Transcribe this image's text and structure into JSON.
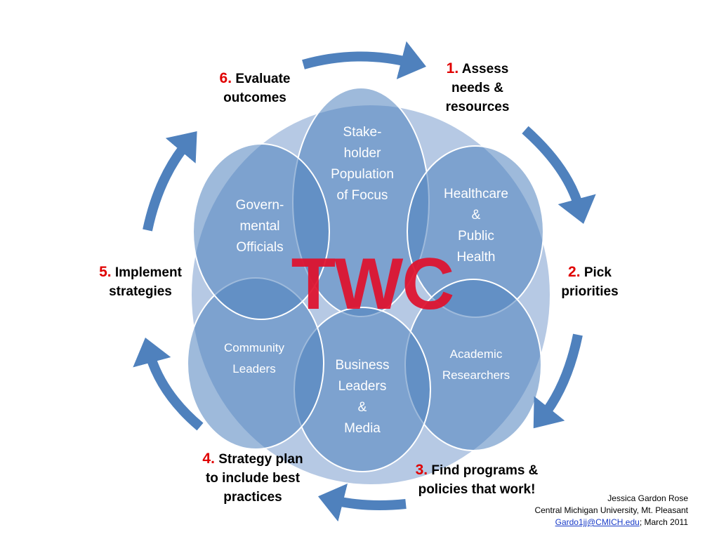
{
  "colors": {
    "arrow": "#4f81bd",
    "circle_fill": "#4f81bd",
    "background_blob": "#a9c0df",
    "step_number": "#e00000",
    "center_title": "#e0102c",
    "link": "#1a3cc8"
  },
  "center_title": "TWC",
  "circles": [
    {
      "label": "Stake-\nholder\nPopulation\nof Focus"
    },
    {
      "label": "Healthcare\n&\nPublic\nHealth"
    },
    {
      "label": "Academic\nResearchers"
    },
    {
      "label": "Business\nLeaders\n&\nMedia"
    },
    {
      "label": "Community\nLeaders"
    },
    {
      "label": "Govern-\nmental\nOfficials"
    }
  ],
  "steps": [
    {
      "number": "1.",
      "text": "Assess\nneeds &\nresources"
    },
    {
      "number": "2.",
      "text": "Pick\npriorities"
    },
    {
      "number": "3.",
      "text": "Find programs &\npolicies that work!"
    },
    {
      "number": "4.",
      "text": "Strategy plan\nto include best\npractices"
    },
    {
      "number": "5.",
      "text": "Implement\nstrategies"
    },
    {
      "number": "6.",
      "text": "Evaluate\noutcomes"
    }
  ],
  "credit": {
    "author": "Jessica Gardon Rose",
    "affiliation": "Central Michigan University, Mt. Pleasant",
    "email": "Gardo1jj@CMICH.edu",
    "date_suffix": "; March 2011"
  }
}
